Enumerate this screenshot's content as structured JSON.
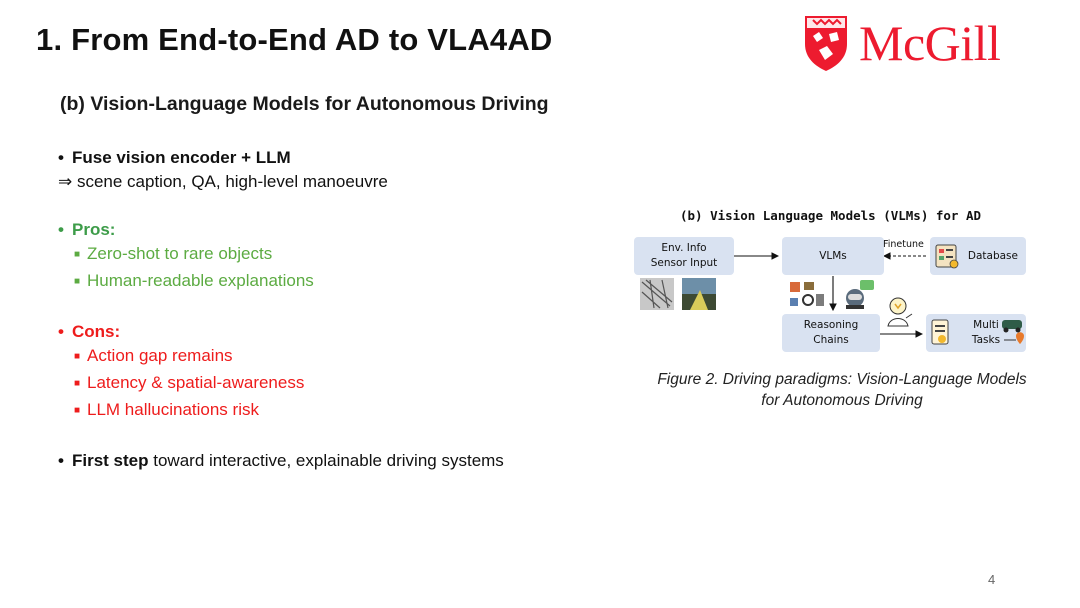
{
  "slide": {
    "title": "1. From End-to-End AD to VLA4AD",
    "subtitle": "(b) Vision-Language Models for Autonomous Driving",
    "logo_text": "McGill",
    "page_number": "4"
  },
  "bullets": {
    "fuse_title": "Fuse vision encoder + LLM",
    "fuse_detail": "⇒ scene caption, QA, high-level manoeuvre",
    "pros_title": "Pros:",
    "pros_items": [
      "Zero-shot to rare objects",
      "Human-readable explanations"
    ],
    "cons_title": "Cons:",
    "cons_items": [
      "Action gap remains",
      "Latency & spatial-awareness",
      "LLM hallucinations risk"
    ],
    "first_step_bold": "First step",
    "first_step_rest": " toward interactive, explainable driving systems"
  },
  "figure": {
    "title": "(b) Vision Language Models (VLMs) for AD",
    "env_box_line1": "Env. Info",
    "env_box_line2": "Sensor Input",
    "vlms_box": "VLMs",
    "finetune_label": "Finetune",
    "database_box": "Database",
    "reasoning_line1": "Reasoning",
    "reasoning_line2": "Chains",
    "multi_line1": "Multi",
    "multi_line2": "Tasks",
    "caption_line1": "Figure 2. Driving paradigms: Vision-Language Models",
    "caption_line2": "for Autonomous Driving"
  },
  "colors": {
    "pros": "#3d9c49",
    "pros_items": "#5cab42",
    "cons": "#ee1c1c",
    "brand": "#ed1b2f",
    "box": "#d9e2f1"
  }
}
